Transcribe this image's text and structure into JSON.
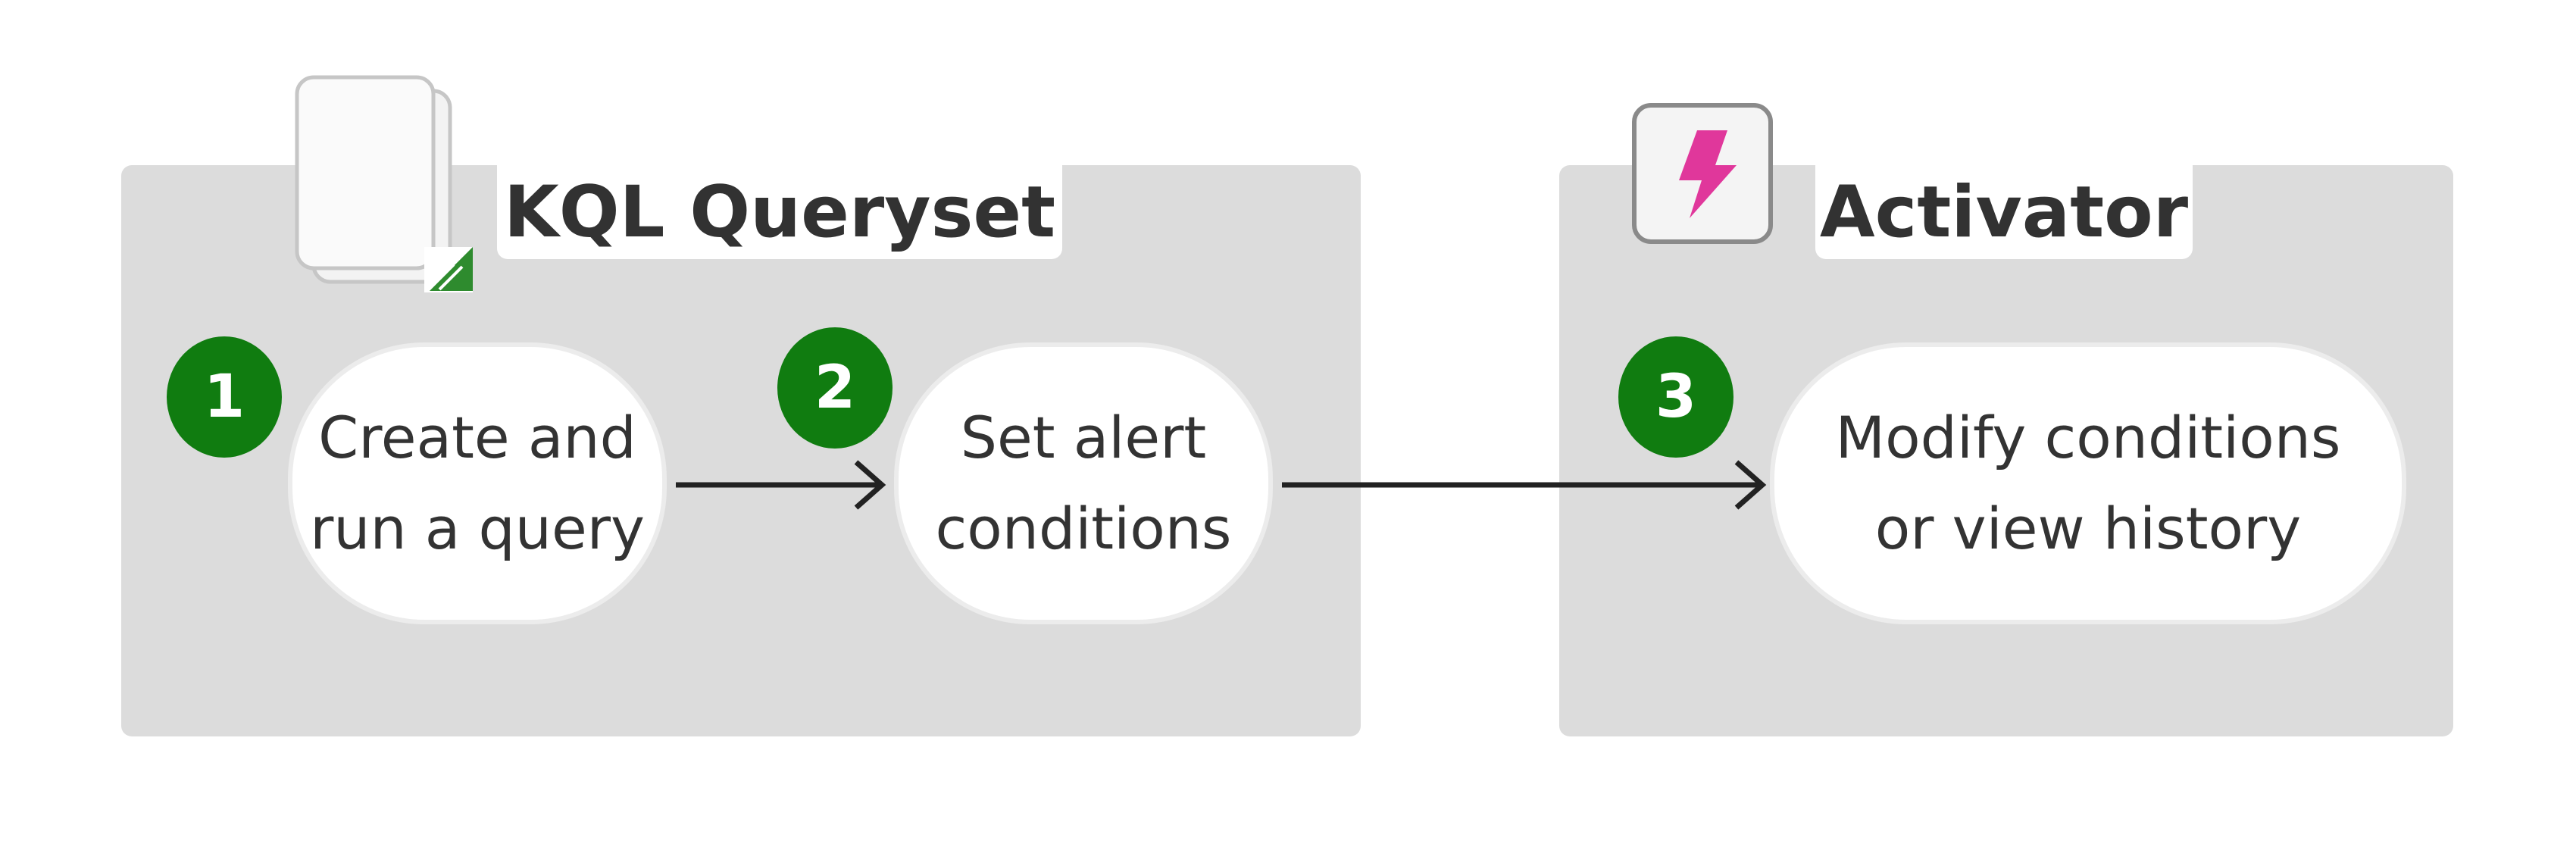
{
  "queryset": {
    "title": "KQL Queryset",
    "icon": "kql-queryset-icon"
  },
  "activator": {
    "title": "Activator",
    "icon": "activator-lightning-icon"
  },
  "steps": [
    {
      "number": "1",
      "line1": "Create and",
      "line2": "run a query"
    },
    {
      "number": "2",
      "line1": "Set alert",
      "line2": "conditions"
    },
    {
      "number": "3",
      "line1": "Modify conditions",
      "line2": "or view history"
    }
  ],
  "colors": {
    "panel": "#dcdcdc",
    "badge": "#107c10",
    "activator_accent": "#e0379b",
    "queryset_accent": "#2e8b2e",
    "arrow": "#222222"
  }
}
